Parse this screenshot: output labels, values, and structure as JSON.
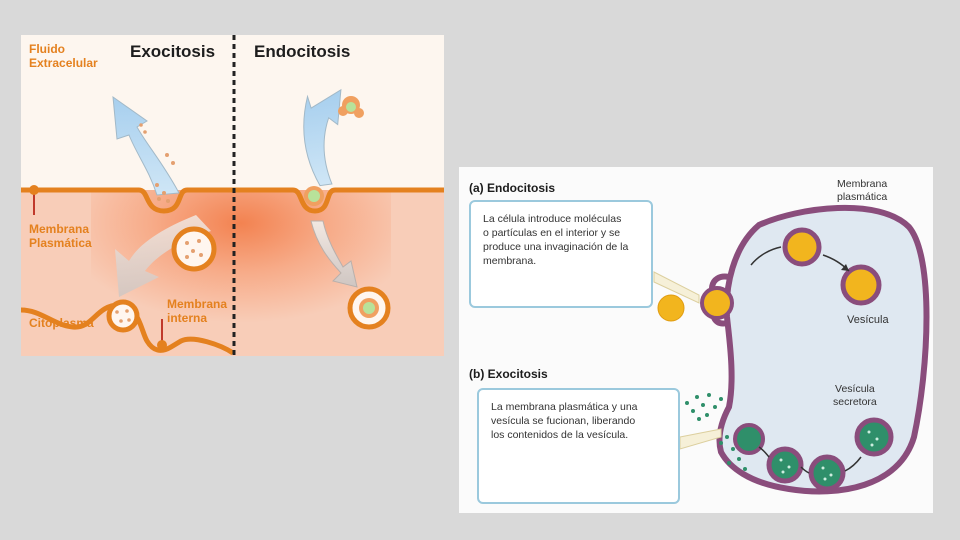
{
  "left": {
    "label_fluido": [
      "Fluido",
      "Extracelular"
    ],
    "title_exo": "Exocitosis",
    "title_endo": "Endocitosis",
    "label_membrana": [
      "Membrana",
      "Plasmática"
    ],
    "label_citoplasma": "Citoplasma",
    "label_interna": [
      "Membrana",
      "interna"
    ]
  },
  "right": {
    "heading_a": "(a) Endocitosis",
    "heading_b": "(b) Exocitosis",
    "label_membrana": [
      "Membrana",
      "plasmática"
    ],
    "label_vesicula": "Vesícula",
    "label_secretora": [
      "Vesícula",
      "secretora"
    ],
    "callout_a": [
      "La célula introduce moléculas",
      "o partículas en el interior y se",
      "produce una invaginación de la",
      "membrana."
    ],
    "callout_b": [
      "La membrana plasmática y una",
      "vesícula se fucionan, liberando",
      "los contenidos de la vesícula."
    ]
  },
  "colors": {
    "orange": "#e4811f",
    "cytoplasm": "#f6c6ae",
    "membrane_purple": "#8a4d7c",
    "vesicle_yellow": "#f2b51e",
    "secretory_green": "#2f8f6a",
    "callout_border": "#9bc9dd"
  }
}
